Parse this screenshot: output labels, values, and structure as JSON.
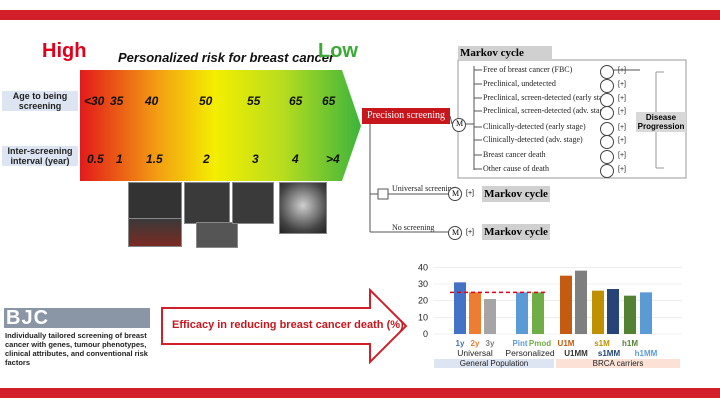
{
  "header": {
    "high": "High",
    "title": "Personalized risk for breast cancer",
    "low": "Low"
  },
  "rows": {
    "age_label": "Age to being screening",
    "age_values": [
      "<30",
      "35",
      "40",
      "50",
      "55",
      "65",
      "65"
    ],
    "interval_label": "Inter-screening interval (year)",
    "interval_values": [
      "0.5",
      "1",
      "1.5",
      "2",
      "3",
      "4",
      ">4"
    ]
  },
  "precision_label": "Precision screening",
  "markov": {
    "title": "Markov cycle",
    "node": "M",
    "plus": "[+]",
    "states": [
      "Free of breast cancer (FBC)",
      "Preclinical, undetected",
      "Preclinical, screen-detected (early stage)",
      "Preclinical, screen-detected (adv. stage)",
      "Clinically-detected (early stage)",
      "Clinically-detected (adv. stage)",
      "Breast cancer death",
      "Other cause of death"
    ],
    "disease_progression": "Disease Progression"
  },
  "universal_label": "Universal screening",
  "no_screening_label": "No screening",
  "markov_cycle_label": "Markov cycle",
  "efficacy_label": "Efficacy in reducing breast cancer death (%)",
  "paper": {
    "journal": "BJC",
    "title": "Individually tailored screening of breast cancer with genes, tumour phenotypes, clinical attributes, and conventional risk factors"
  },
  "chart_data": {
    "type": "bar",
    "categories": [
      "1y",
      "2y",
      "3y",
      "Pint",
      "Pmod",
      "U1M",
      "U1MM",
      "s1M",
      "s1MM",
      "h1M",
      "h1MM"
    ],
    "values": [
      31,
      25,
      21,
      25,
      25,
      35,
      38,
      26,
      27,
      23,
      25
    ],
    "colors": [
      "#4472c4",
      "#ed7d31",
      "#a5a5a5",
      "#5b9bd5",
      "#70ad47",
      "#c55a11",
      "#7f7f7f",
      "#bf9000",
      "#264478",
      "#548235",
      "#5b9bd5"
    ],
    "label_colors": [
      "#4472c4",
      "#ed7d31",
      "#7f7f7f",
      "#5b9bd5",
      "#70ad47",
      "#c55a11",
      "#333333",
      "#bf9000",
      "#264478",
      "#548235",
      "#5b9bd5"
    ],
    "yticks": [
      0,
      10,
      20,
      30,
      40
    ],
    "ylim": [
      0,
      42
    ],
    "reference_line": 25,
    "groups": [
      "Universal",
      "Personalized"
    ],
    "super_groups": [
      "General Population",
      "BRCA carriers"
    ]
  }
}
